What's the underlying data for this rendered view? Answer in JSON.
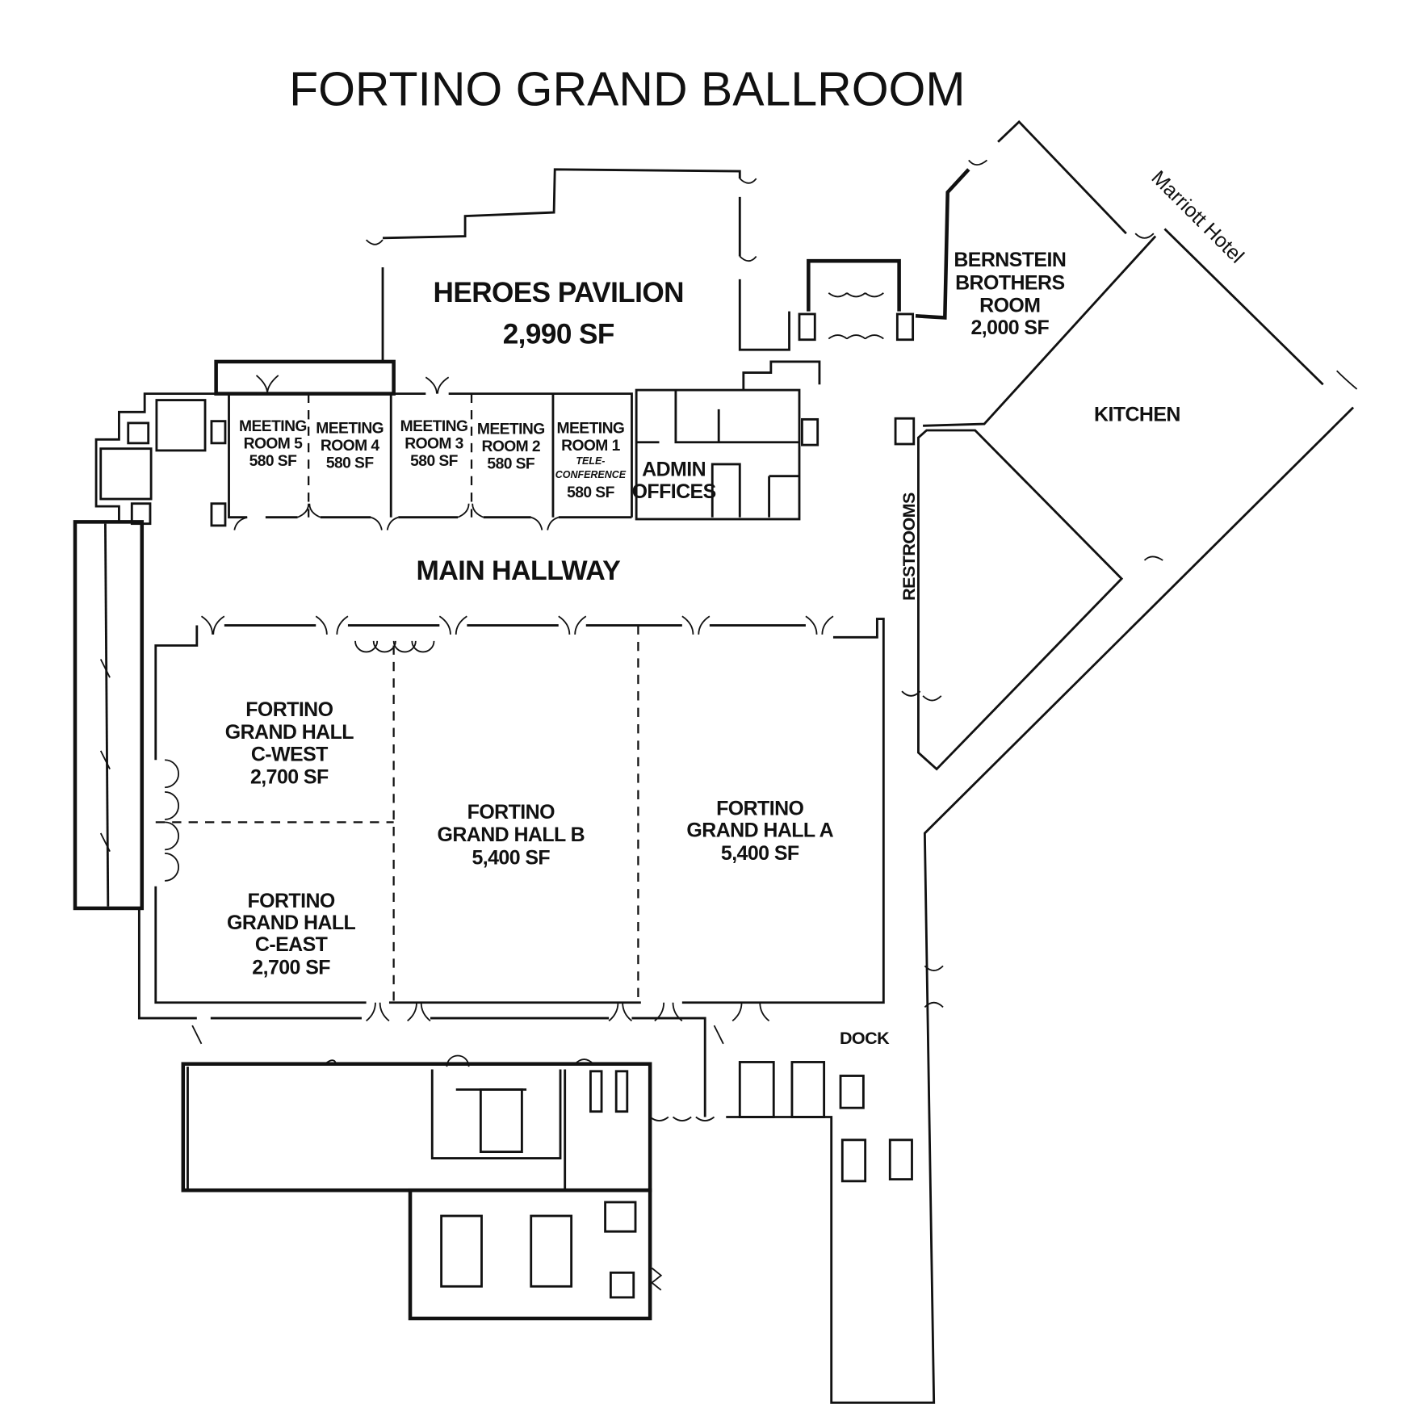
{
  "title": "FORTINO GRAND BALLROOM",
  "rooms": {
    "heroes": {
      "name": "HEROES PAVILION",
      "area": "2,990 SF"
    },
    "bernstein": {
      "line1": "BERNSTEIN",
      "line2": "BROTHERS",
      "line3": "ROOM",
      "area": "2,000 SF"
    },
    "kitchen": {
      "name": "KITCHEN"
    },
    "marriott": {
      "name": "Marriott Hotel"
    },
    "meeting": [
      {
        "line1": "MEETING",
        "line2": "ROOM 5",
        "area": "580 SF"
      },
      {
        "line1": "MEETING",
        "line2": "ROOM 4",
        "area": "580 SF"
      },
      {
        "line1": "MEETING",
        "line2": "ROOM 3",
        "area": "580 SF"
      },
      {
        "line1": "MEETING",
        "line2": "ROOM 2",
        "area": "580 SF"
      },
      {
        "line1": "MEETING",
        "line2": "ROOM 1",
        "note1": "TELE-",
        "note2": "CONFERENCE",
        "area": "580 SF"
      }
    ],
    "admin": {
      "line1": "ADMIN",
      "line2": "OFFICES"
    },
    "hallway": {
      "name": "MAIN  HALLWAY"
    },
    "restrooms": {
      "name": "RESTROOMS"
    },
    "c_west": {
      "line1": "FORTINO",
      "line2": "GRAND HALL",
      "line3": "C-WEST",
      "area": "2,700 SF"
    },
    "c_east": {
      "line1": "FORTINO",
      "line2": "GRAND HALL",
      "line3": "C-EAST",
      "area": "2,700 SF"
    },
    "hall_b": {
      "line1": "FORTINO",
      "line2": "GRAND HALL B",
      "area": "5,400 SF"
    },
    "hall_a": {
      "line1": "FORTINO",
      "line2": "GRAND HALL A",
      "area": "5,400 SF"
    },
    "dock": {
      "name": "DOCK"
    }
  }
}
